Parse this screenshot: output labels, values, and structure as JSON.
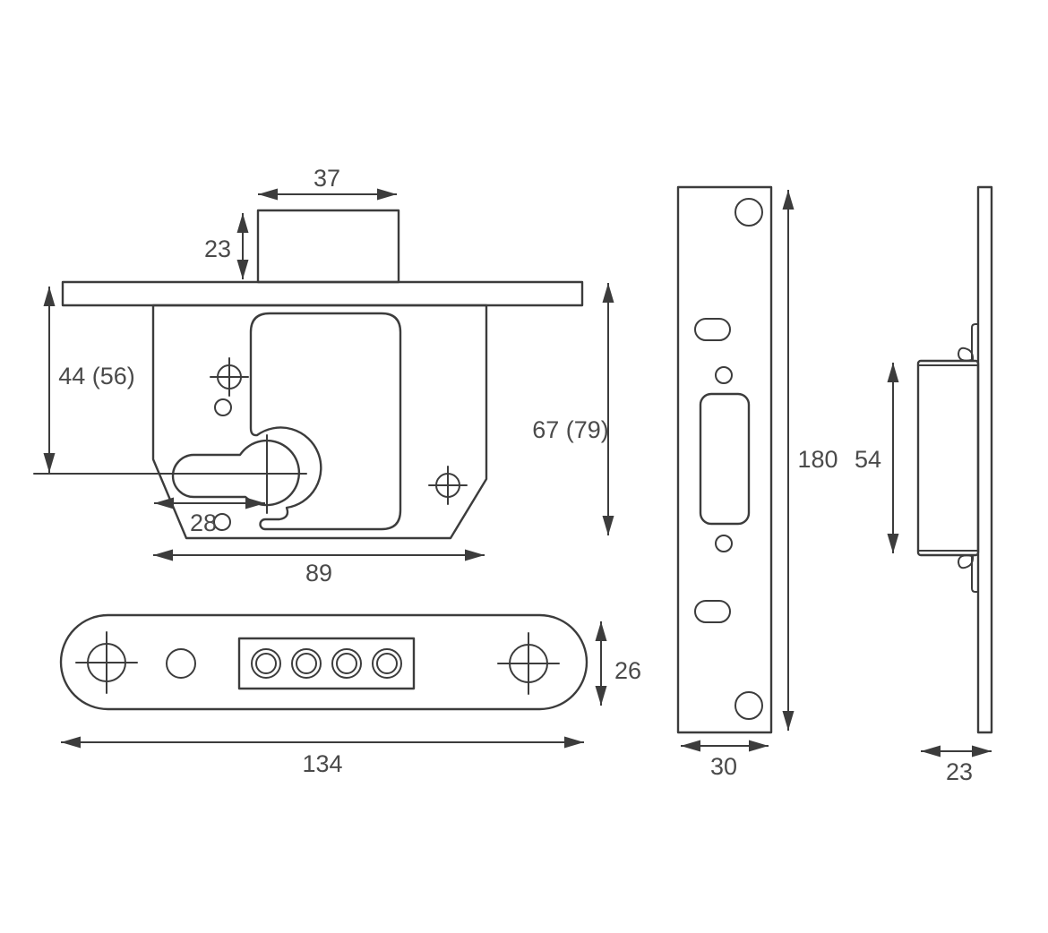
{
  "drawing": {
    "background": "#ffffff",
    "line_color": "#3c3c3c",
    "text_color": "#4a4a4a",
    "views": {
      "lock_case_front": {
        "dim_bolt_width": "37",
        "dim_bolt_height": "23",
        "dim_top_to_centre": "44 (56)",
        "dim_case_height": "67 (79)",
        "dim_centre_offset": "28",
        "dim_case_depth": "89"
      },
      "forend_plate": {
        "dim_width": "26",
        "dim_length": "134"
      },
      "strike_plate": {
        "dim_length": "180",
        "dim_width": "30"
      },
      "side_profile": {
        "dim_case_height": "54",
        "dim_depth": "23"
      }
    }
  }
}
